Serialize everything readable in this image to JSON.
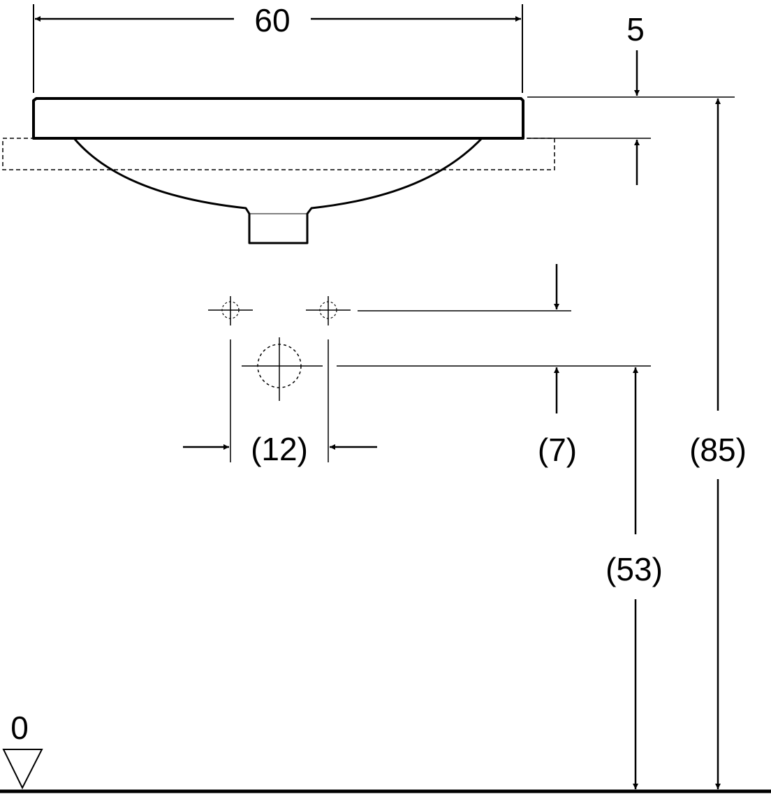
{
  "drawing": {
    "labels": {
      "width": "60",
      "rim_thickness": "5",
      "tap_hole_spacing": "(12)",
      "tap_hole_offset": "(7)",
      "total_height": "(85)",
      "tap_hole_height": "(53)",
      "floor_level": "0"
    }
  }
}
